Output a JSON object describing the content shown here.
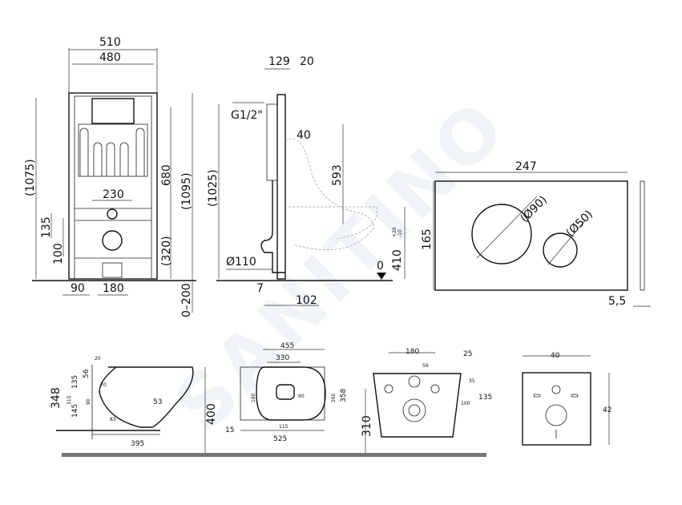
{
  "watermark": "SANITINO",
  "frame_front": {
    "w_outer": "510",
    "w_inner": "480",
    "h_total": "(1075)",
    "h_plate": "680",
    "h_frame": "(1095)",
    "axis": "230",
    "d135": "135",
    "d100": "100",
    "d320": "(320)",
    "foot": "90",
    "holes": "180",
    "adjust": "0–200"
  },
  "frame_side": {
    "h": "(1025)",
    "d129": "129",
    "d20": "20",
    "g": "G1/2\"",
    "d40": "40",
    "d593": "593",
    "d410": "410",
    "tol_up": "+20",
    "tol_dn": "-10",
    "pipe": "Ø110",
    "d7": "7",
    "d102": "102",
    "zero": "0"
  },
  "plate": {
    "w": "247",
    "h": "165",
    "big": "(Ø90)",
    "small": "(Ø50)",
    "depth": "5,5"
  },
  "bowl_side": {
    "h348": "348",
    "d56": "56",
    "d135": "135",
    "d145": "145",
    "d53": "53",
    "d395": "395",
    "d400": "400",
    "d20": "20",
    "d70": "70",
    "d315": "315",
    "d90": "90",
    "d83": "83"
  },
  "bowl_top": {
    "d455": "455",
    "d330": "330",
    "d180": "180",
    "d90": "90",
    "d260": "260",
    "d358": "358",
    "d15": "15",
    "d115": "115",
    "d525": "525"
  },
  "bowl_back": {
    "d180": "180",
    "d25": "25",
    "d56": "56",
    "d35": "35",
    "d100": "100",
    "d135": "135",
    "d310": "310"
  },
  "pad": {
    "w": "40",
    "h": "42"
  }
}
